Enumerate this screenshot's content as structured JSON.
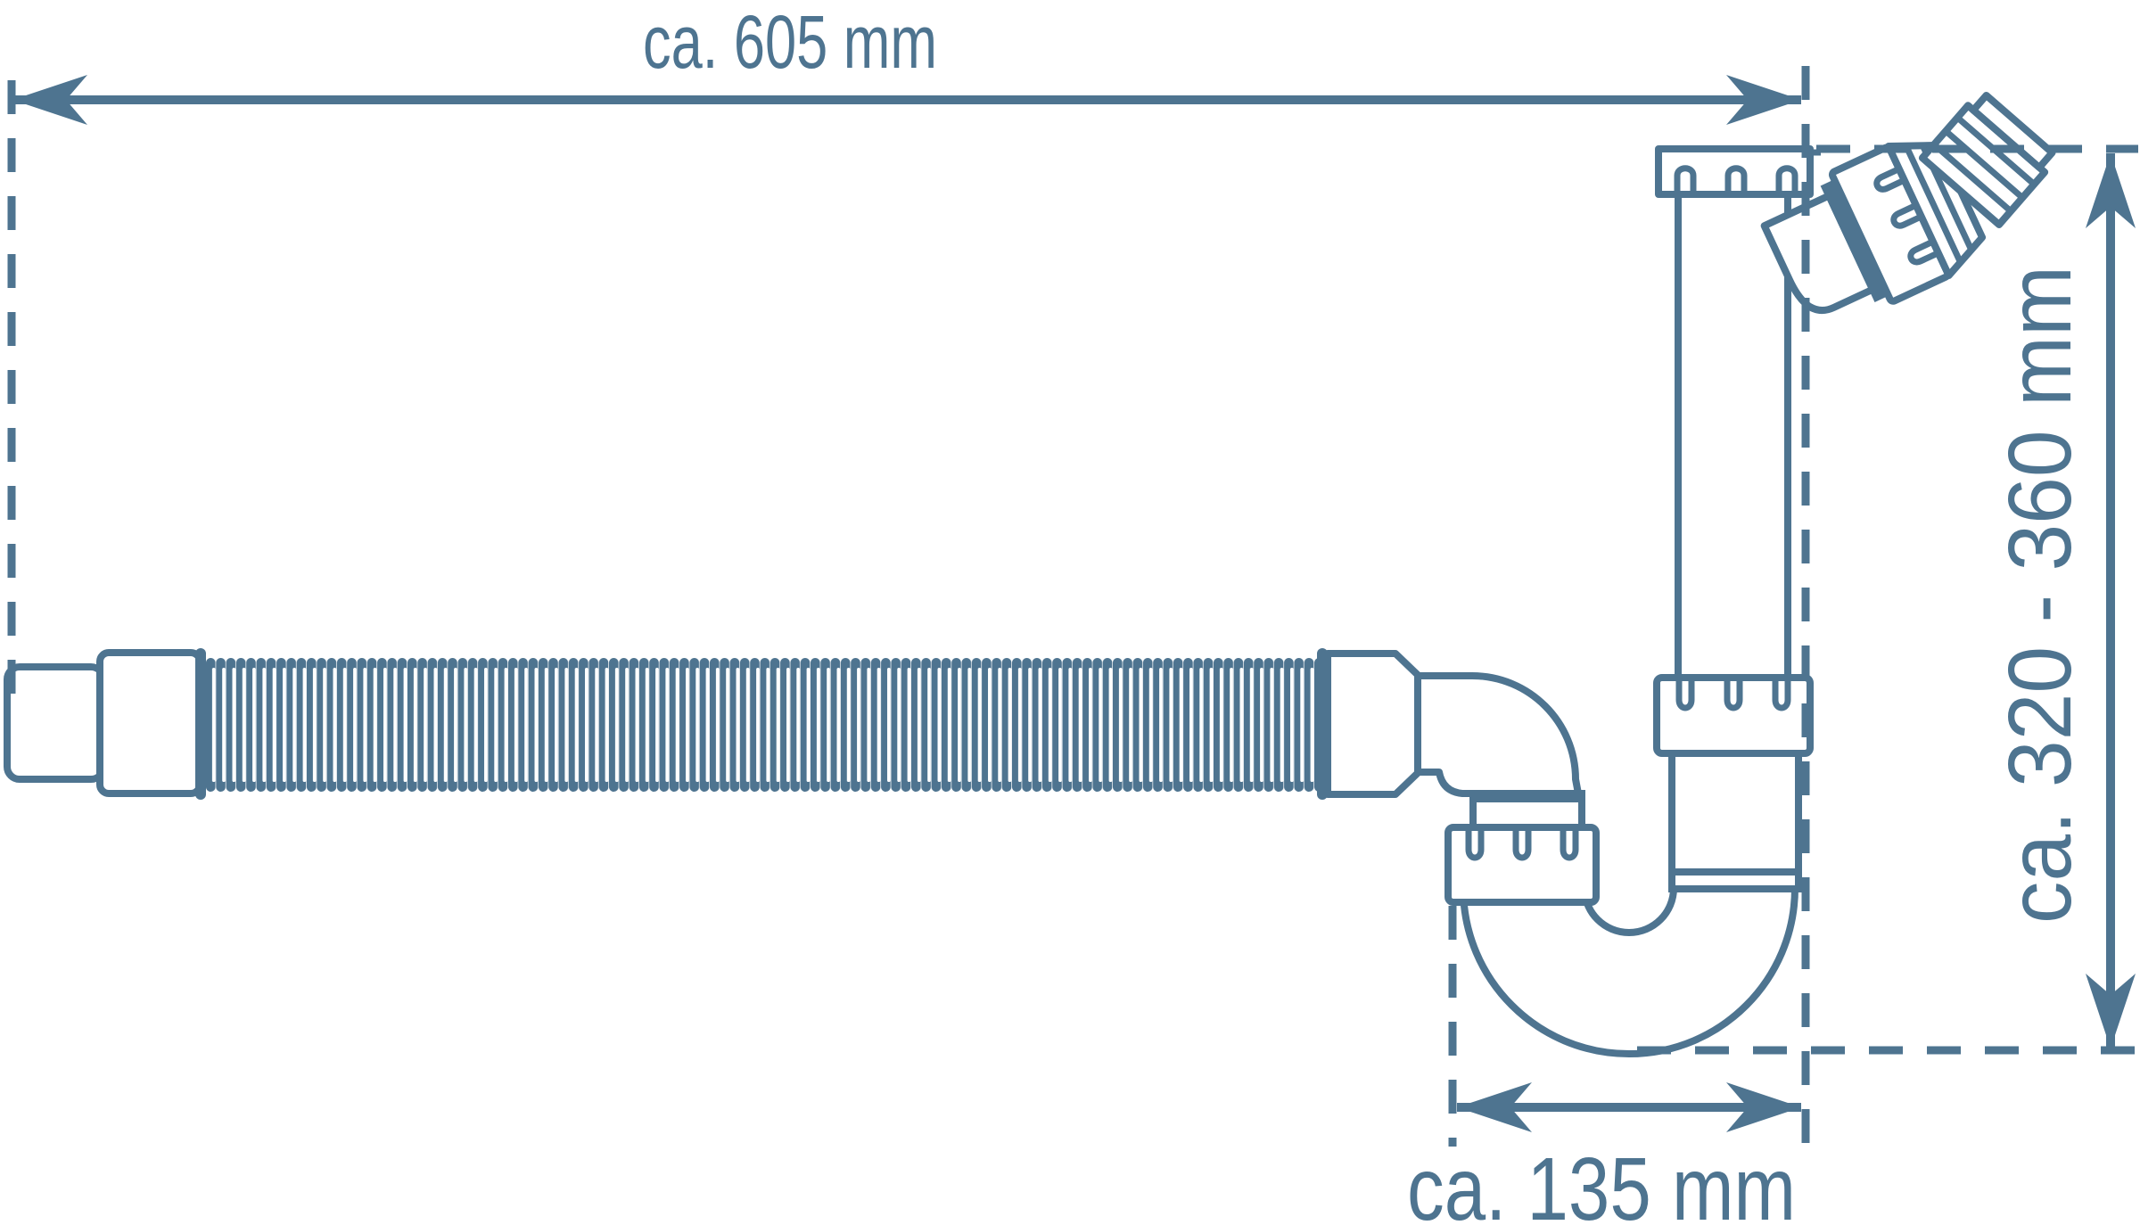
{
  "diagram": {
    "type": "technical-drawing-sink-siphon",
    "background": "#ffffff",
    "ink": "#4e7490",
    "labels": {
      "top_width": "ca. 605 mm",
      "right_height": "ca. 320 - 360 mm",
      "bottom_trap_offset": "ca. 135 mm"
    }
  }
}
